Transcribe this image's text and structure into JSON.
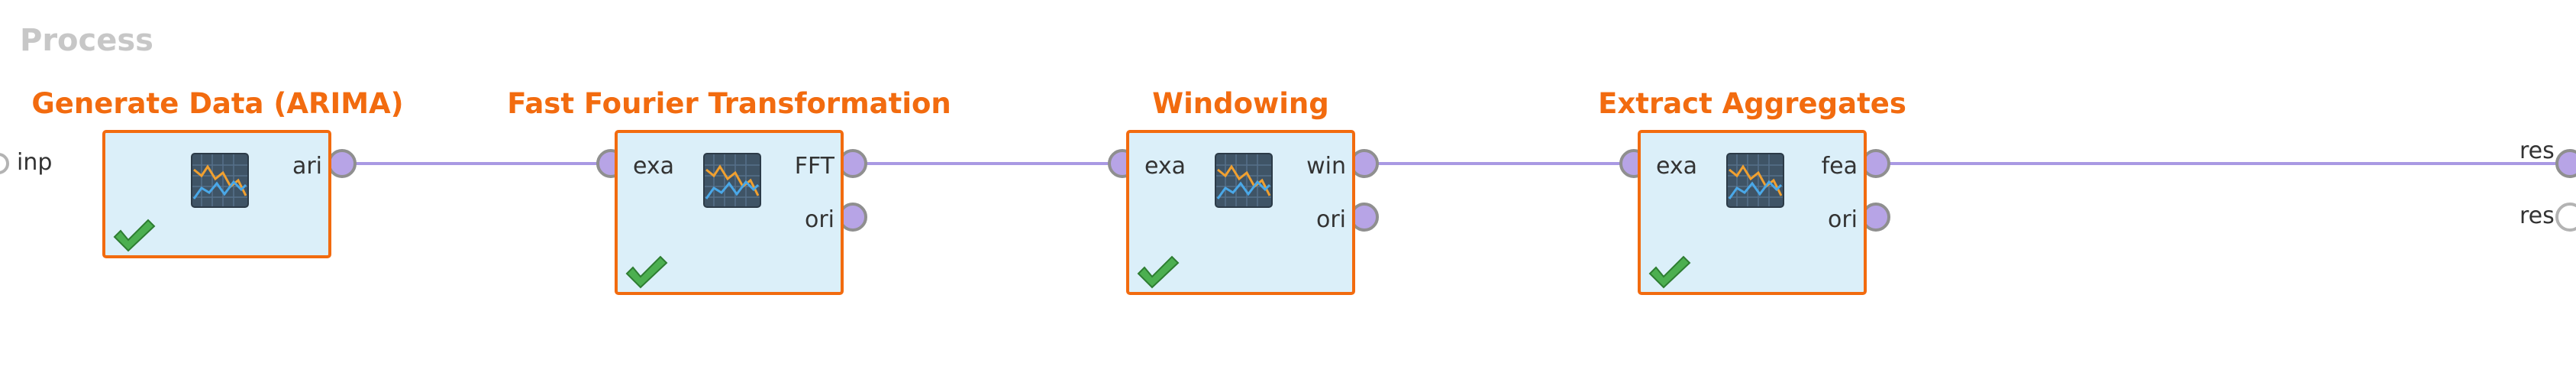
{
  "process": {
    "title": "Process"
  },
  "process_ports": {
    "input": "inp",
    "outputs": [
      "res",
      "res"
    ]
  },
  "operators": [
    {
      "title": "Generate Data (ARIMA)",
      "inputs": [],
      "outputs": [
        "ari"
      ],
      "status": "ok"
    },
    {
      "title": "Fast Fourier Transformation",
      "inputs": [
        "exa"
      ],
      "outputs": [
        "FFT",
        "ori"
      ],
      "status": "ok"
    },
    {
      "title": "Windowing",
      "inputs": [
        "exa"
      ],
      "outputs": [
        "win",
        "ori"
      ],
      "status": "ok"
    },
    {
      "title": "Extract Aggregates",
      "inputs": [
        "exa"
      ],
      "outputs": [
        "fea",
        "ori"
      ],
      "status": "ok"
    }
  ],
  "colors": {
    "operator_title": "#f26b0f",
    "operator_border": "#f26b0f",
    "operator_fill": "#dbeff9",
    "port_fill": "#b7a4e6",
    "wire": "#a999e3",
    "process_title": "#c7c7c7"
  },
  "icons": {
    "operator_icon": "chart-icon",
    "status_icon": "checkmark-icon"
  }
}
